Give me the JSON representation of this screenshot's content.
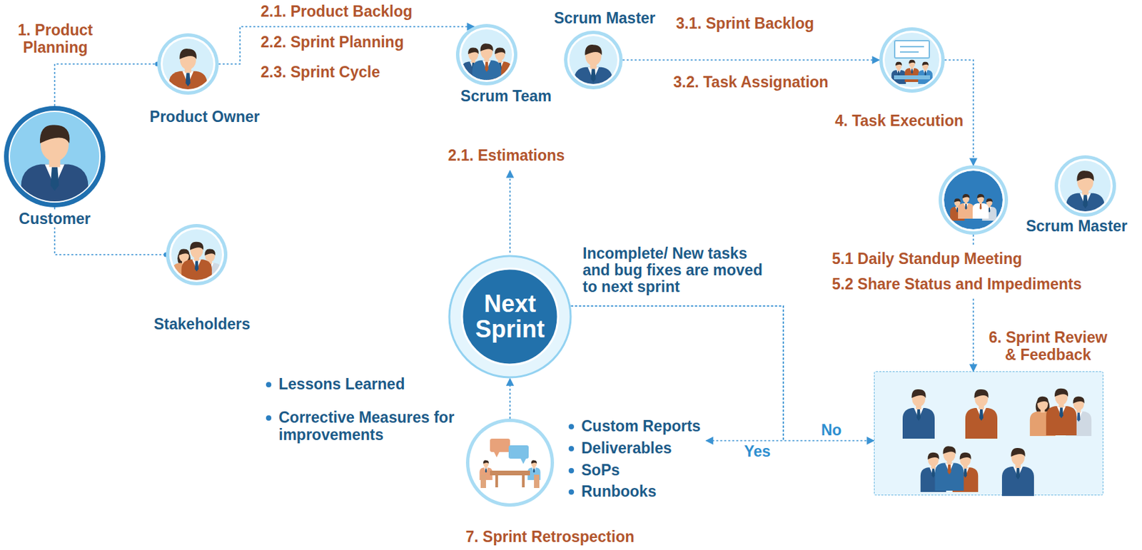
{
  "diagram": {
    "nodes": [
      {
        "text": [
          "Customer"
        ]
      },
      {
        "text": [
          "Product Owner"
        ]
      },
      {
        "text": [
          "Stakeholders"
        ]
      },
      {
        "text": [
          "Scrum Team"
        ]
      },
      {
        "text": [
          "Scrum Master"
        ]
      },
      {
        "text": [
          "4. Task Execution"
        ]
      },
      {
        "text": [
          "5.1 Daily Standup Meeting",
          "5.2 Share Status and Impediments"
        ]
      },
      {
        "text": [
          "Scrum Master"
        ]
      },
      {
        "text": [
          "6. Sprint Review & Feedback"
        ]
      },
      {
        "text": [
          "Next Sprint"
        ]
      },
      {
        "text": [
          "7. Sprint Retrospection",
          "Custom Reports",
          "Deliverables",
          "SoPs",
          "Runbooks"
        ]
      }
    ],
    "edges": [
      {
        "from": 0,
        "to": 1,
        "arrow": "none"
      },
      {
        "from": 0,
        "to": 2,
        "arrow": "none"
      },
      {
        "from": 1,
        "to": 3,
        "arrow": "to"
      },
      {
        "from": 4,
        "to": 5,
        "arrow": "to"
      },
      {
        "from": 5,
        "to": 6,
        "arrow": "to"
      },
      {
        "from": 6,
        "to": 8,
        "arrow": "to"
      },
      {
        "from": 9,
        "to": 8,
        "label": "No",
        "arrow": "to"
      },
      {
        "from": 9,
        "to": 10,
        "label": "Yes",
        "arrow": "to"
      },
      {
        "from": 10,
        "to": 9,
        "arrow": "to"
      }
    ],
    "labels": [
      "1. Product Planning",
      "2.1. Product Backlog",
      "2.2. Sprint Planning",
      "2.3. Sprint Cycle",
      "3.1. Sprint Backlog",
      "3.2. Task Assignation",
      "2.1. Estimations",
      "Incomplete/ New tasks and bug fixes are moved to next sprint",
      "Lessons Learned",
      "Corrective Measures for improvements"
    ]
  }
}
